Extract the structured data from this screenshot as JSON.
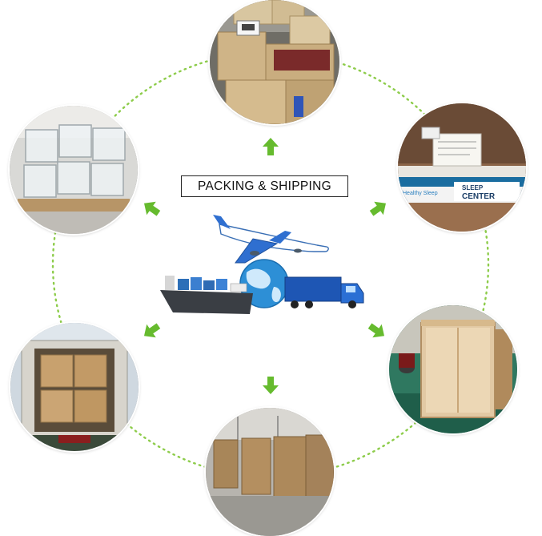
{
  "title": "PACKING & SHIPPING",
  "label_brand": "Healthy Sleep",
  "label_sleep": "SLEEP",
  "label_center": "CENTER",
  "colors": {
    "dotted_ring": "#8dcc4a",
    "arrow_green": "#66bb2e",
    "arrow_green_dark": "#3f9a16"
  },
  "photos": [
    {
      "id": "cartons-top",
      "icon": "carton-boxes-icon"
    },
    {
      "id": "label-right",
      "icon": "label-icon"
    },
    {
      "id": "crate-right",
      "icon": "wooden-crate-icon"
    },
    {
      "id": "warehouse-bottom",
      "icon": "warehouse-icon"
    },
    {
      "id": "container-left",
      "icon": "container-truck-icon"
    },
    {
      "id": "frames-left",
      "icon": "frames-icon"
    }
  ]
}
